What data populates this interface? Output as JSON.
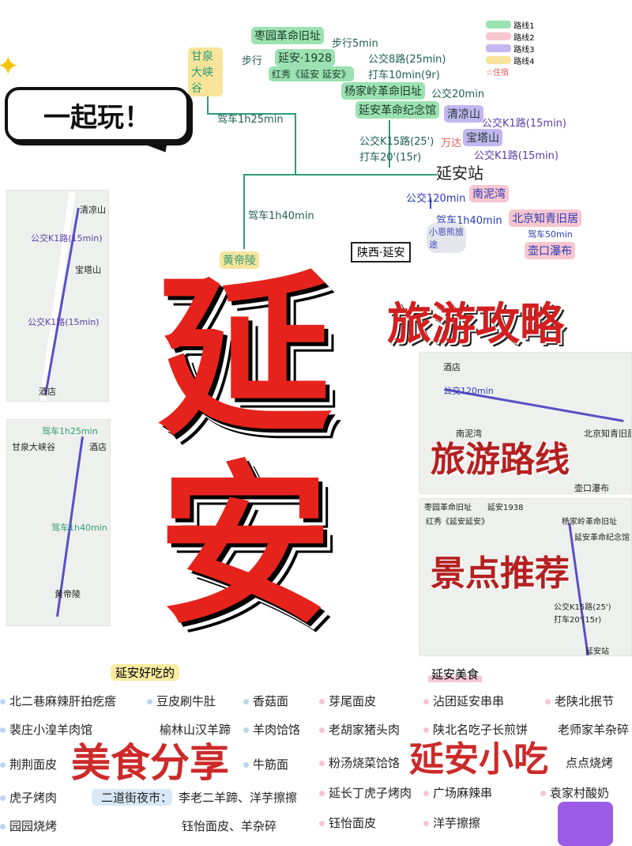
{
  "bubble": {
    "text": "一起玩！"
  },
  "diagram": {
    "nodes": {
      "zaoyuan": "枣园革命旧址",
      "yanan1938": "延安·1928",
      "hongxiu": "红秀《延安 延安》",
      "yangjialing": "杨家岭革命旧址",
      "memorial": "延安革命纪念馆",
      "qingliang": "清凉山",
      "baota": "宝塔山",
      "station": "延安站",
      "nanniwan": "南泥湾",
      "zhiqing": "北京知青旧居",
      "hukou": "壶口瀑布",
      "ganquan": "甘泉大峡谷",
      "huangdi": "黄帝陵"
    },
    "edges": {
      "walk5": "步行5min",
      "walk": "步行",
      "bus8": "公交8路(25min)",
      "taxi10": "打车10min(9r)",
      "bus20": "公交20min",
      "busK1a": "公交K1路(15min)",
      "busK1b": "公交K1路(15min)",
      "busK15": "公交K15路(25')",
      "taxi20": "打车20'(15r)",
      "wanda": "万达",
      "bus120": "公交120min",
      "drive1h": "驾车1h40min",
      "drive50": "驾车50min",
      "drive1h25": "驾车1h25min",
      "drive1h40": "驾车1h40min"
    },
    "legend": [
      "路线1",
      "路线2",
      "路线3",
      "路线4"
    ],
    "legend_colors": [
      "#9be2b0",
      "#f7c6d0",
      "#c3b6f0",
      "#f7e49a"
    ],
    "legend_hotel": "☆住宿",
    "stamp": "陕西·延安",
    "badge": "小恩熊旅途"
  },
  "title": {
    "main1": "延",
    "main2": "安",
    "sub": "旅游攻略"
  },
  "maps": {
    "left1": {
      "labels": [
        "清凉山",
        "公交K1路(15min)",
        "宝塔山",
        "公交K1路(15min)",
        "酒店"
      ]
    },
    "left2": {
      "labels": [
        "驾车1h25min",
        "甘泉大峡谷",
        "酒店",
        "驾车1h40min",
        "黄帝陵"
      ]
    },
    "right1": {
      "overlay": "旅游路线",
      "labels": [
        "酒店",
        "公交120min",
        "南泥湾",
        "北京知青旧居",
        "壶口瀑布"
      ]
    },
    "right2": {
      "overlay": "景点推荐",
      "labels": [
        "枣园革命旧址",
        "延安1938",
        "红秀《延安延安》",
        "杨家岭革命旧址",
        "延安革命纪念馆",
        "公交K15路(25')",
        "打车20'(15r)",
        "延安站"
      ]
    }
  },
  "food_left": {
    "heading": "延安好吃的",
    "overlay": "美食分享",
    "items": [
      "北二巷麻辣肝拍疙瘩",
      "豆皮刷牛肚",
      "香菇面",
      "裴庄小湟羊肉馆",
      "榆林山汉羊蹄",
      "羊肉饸饹",
      "荆荆面皮",
      "牛筋面",
      "虎子烤肉",
      "园园烧烤"
    ],
    "night_market": "二道街夜市：",
    "night_items": [
      "李老二羊蹄、洋芋擦擦",
      "钰怡面皮、羊杂碎"
    ]
  },
  "food_right": {
    "heading": "延安美食",
    "overlay": "延安小吃",
    "items": [
      "芽尾面皮",
      "沾团延安串串",
      "老陕北抿节",
      "老胡家猪头肉",
      "陕北名吃子长煎饼",
      "老师家羊杂碎",
      "粉汤烧菜饸饹",
      "点点烧烤",
      "延长丁虎子烤肉",
      "广场麻辣串",
      "袁家村酸奶",
      "钰怡面皮",
      "洋芋擦擦"
    ]
  }
}
